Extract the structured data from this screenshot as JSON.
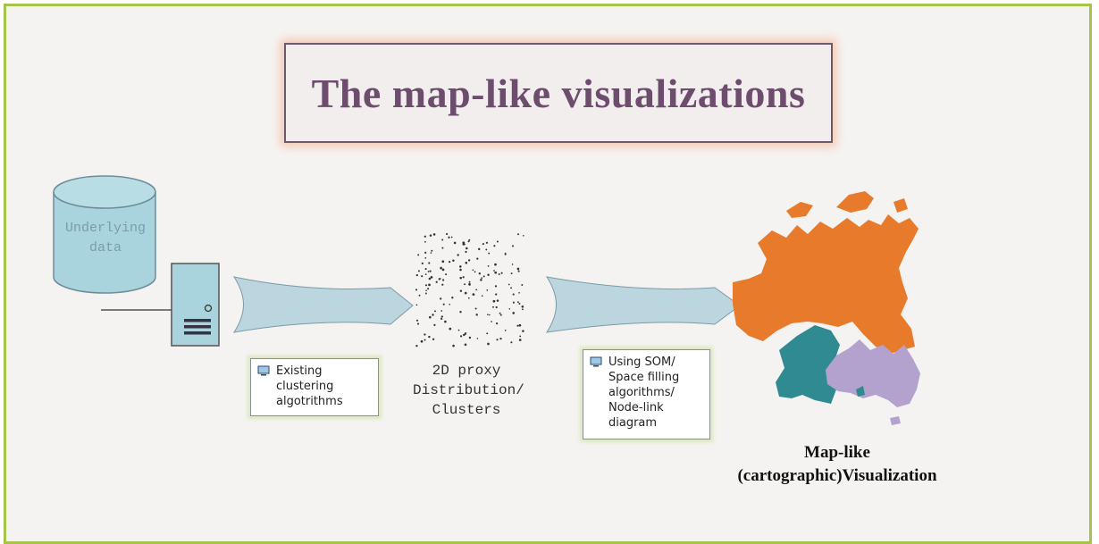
{
  "title": "The map-like visualizations",
  "database": {
    "label": "Underlying data"
  },
  "step1": {
    "label": "Existing clustering algotrithms"
  },
  "proxy": {
    "label": "2D proxy Distribution/ Clusters"
  },
  "step2": {
    "label": "Using SOM/ Space filling algorithms/ Node-link diagram"
  },
  "result": {
    "label": "Map-like (cartographic)Visualization"
  },
  "colors": {
    "frame": "#a6c44a",
    "cylinder": "#a9d4dd",
    "arrow": "#bcd6df",
    "region_orange": "#e87a2c",
    "region_teal": "#2f8a92",
    "region_purple": "#b4a2ce"
  }
}
